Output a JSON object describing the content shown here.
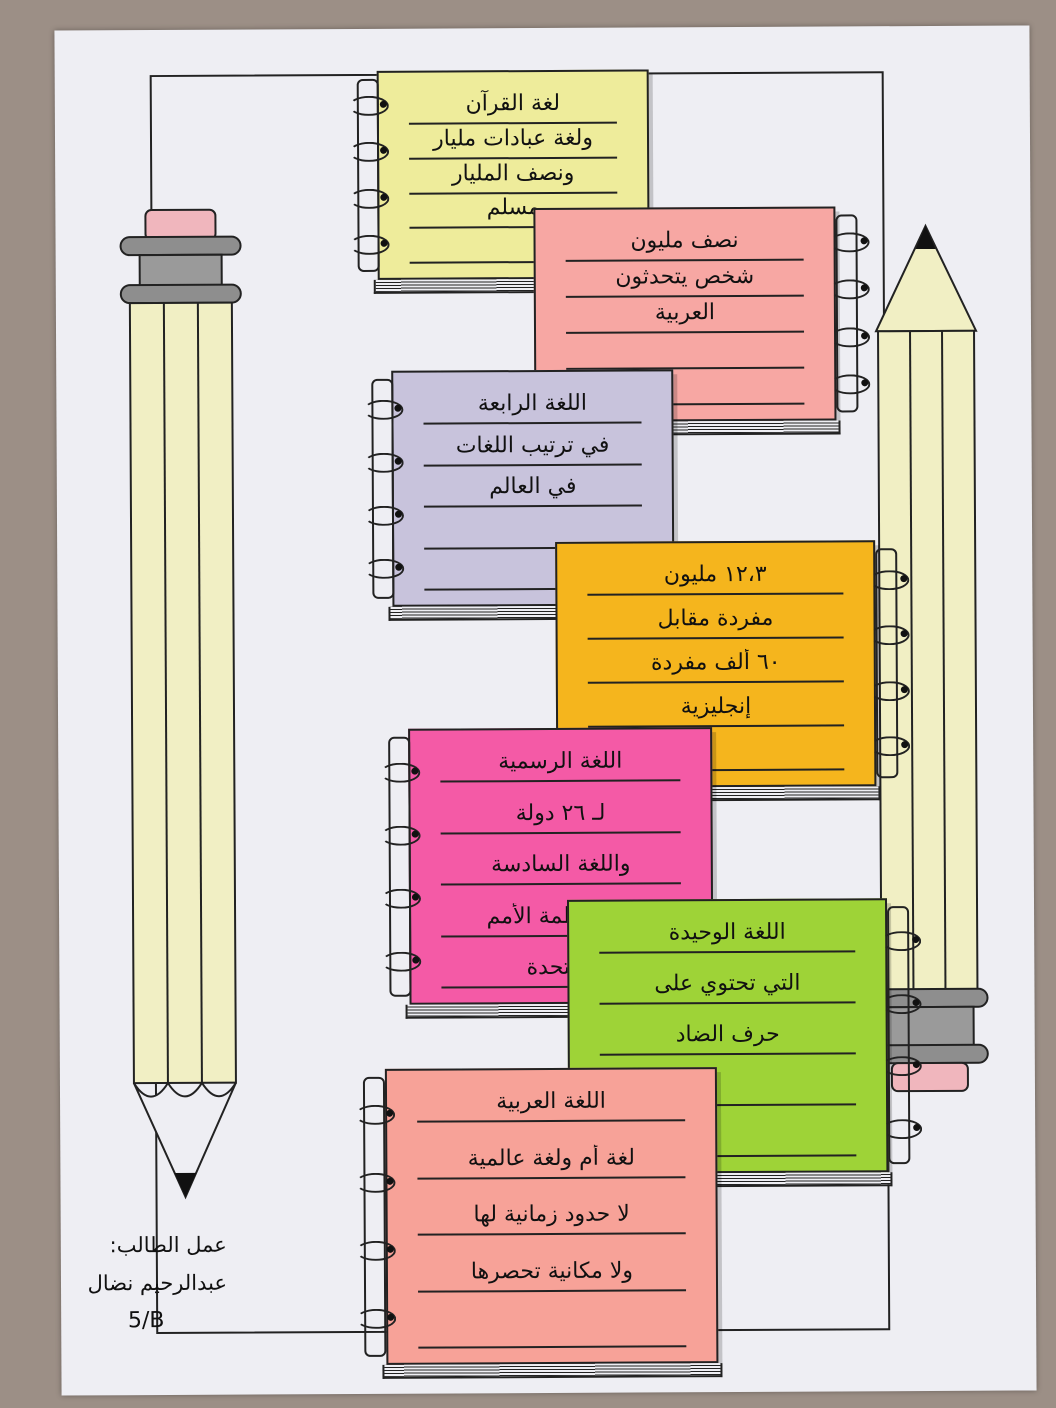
{
  "notes": [
    {
      "color": "#eeec9b",
      "lines": [
        "لغة القرآن",
        "ولغة عبادات مليار",
        "ونصف المليار",
        "مسلم",
        ""
      ]
    },
    {
      "color": "#f7a7a3",
      "lines": [
        "نصف مليون",
        "شخص يتحدثون",
        "العربية",
        "",
        ""
      ]
    },
    {
      "color": "#c8c3dc",
      "lines": [
        "اللغة الرابعة",
        "في ترتيب اللغات",
        "في العالم",
        "",
        ""
      ]
    },
    {
      "color": "#f5b51d",
      "lines": [
        "١٢،٣ مليون",
        "مفردة مقابل",
        "٦٠ ألف مفردة",
        "إنجليزية",
        ""
      ]
    },
    {
      "color": "#f45aa6",
      "lines": [
        "اللغة الرسمية",
        "لـ ٢٦ دولة",
        "واللغة السادسة",
        "في منظمة الأمم",
        "المتحدة"
      ]
    },
    {
      "color": "#9ed337",
      "lines": [
        "اللغة الوحيدة",
        "التي تحتوي على",
        "حرف الضاد",
        "",
        ""
      ]
    },
    {
      "color": "#f7a298",
      "lines": [
        "اللغة العربية",
        "لغة أم ولغة عالمية",
        "لا حدود زمانية لها",
        "ولا مكانية تحصرها",
        ""
      ]
    }
  ],
  "caption": {
    "line1": "عمل الطالب:",
    "line2": "عبدالرحيم نضال",
    "class": "5/B"
  },
  "colors": {
    "pencil_body": "#f1efc4",
    "pencil_eraser": "#f0b6bd",
    "pencil_ferrule": "#8e8e8e"
  }
}
